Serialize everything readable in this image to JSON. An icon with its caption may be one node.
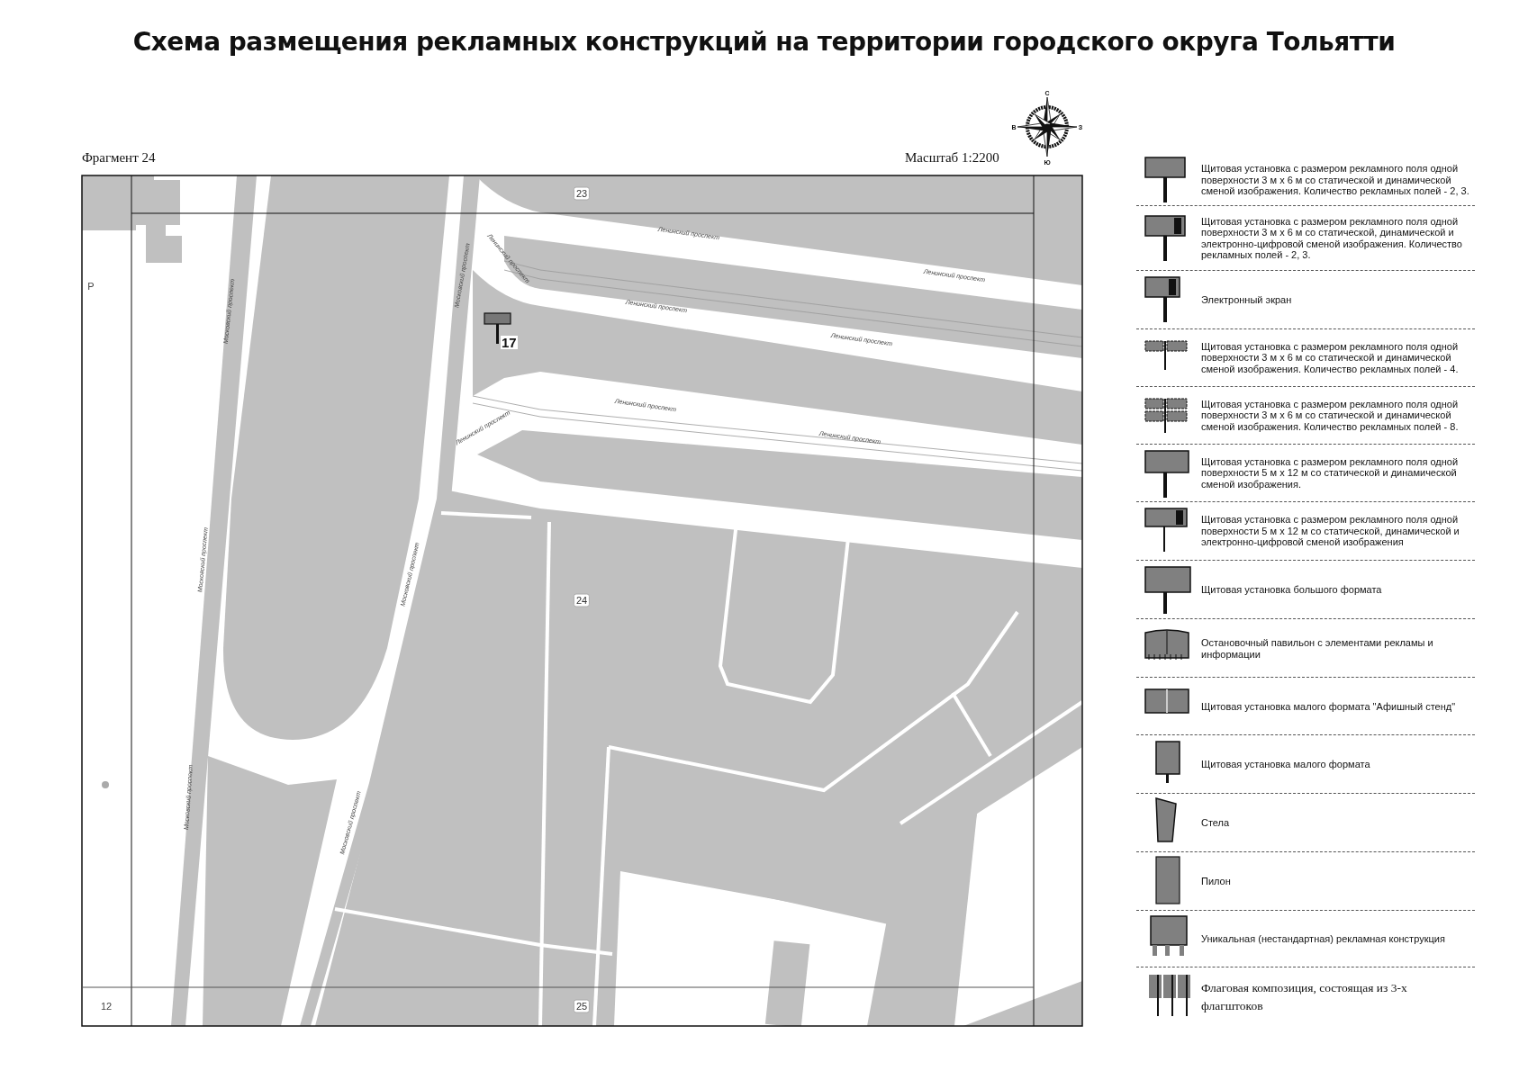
{
  "diagram": {
    "title": "Схема размещения рекламных конструкций на территории городского округа Тольятти",
    "labels": [
      "Фрагмент 24",
      "Масштаб 1:2200",
      "С",
      "В",
      "З",
      "Ю",
      "23",
      "Р",
      "Ленинский проспект",
      "Московский проспект",
      "Московский проспект",
      "Ленинский проспект",
      "Ленинский проспект",
      "17",
      "Ленинский проспект",
      "Ленинский проспект",
      "Ленинский проспект",
      "Ленинский проспект",
      "Ленинский проспект",
      "Московский проспект",
      "Московский проспект",
      "24",
      "Московский проспект",
      "Московский проспект",
      "12",
      "25"
    ],
    "legend": [
      {
        "text": "Щитовая установка с размером рекламного поля одной поверхности 3 м х 6 м со статической и динамической сменой изображения. Количество рекламных полей - 2, 3."
      },
      {
        "text": "Щитовая установка с размером рекламного поля одной поверхности 3 м х 6 м со статической, динамической и электронно-цифровой сменой изображения. Количество рекламных полей - 2, 3."
      },
      {
        "text": "Электронный экран"
      },
      {
        "text": "Щитовая установка с размером рекламного поля одной поверхности 3 м х 6 м со статической и динамической сменой изображения. Количество рекламных полей - 4."
      },
      {
        "text": "Щитовая установка с размером рекламного поля одной поверхности 3 м х 6 м со статической и динамической сменой изображения. Количество рекламных полей - 8."
      },
      {
        "text": "Щитовая установка с размером рекламного поля одной поверхности 5 м х 12 м со статической и динамической сменой изображения."
      },
      {
        "text": "Щитовая установка с размером рекламного поля одной поверхности 5 м х 12 м со статической, динамической и электронно-цифровой сменой изображения"
      },
      {
        "text": "Щитовая установка большого формата"
      },
      {
        "text": "Остановочный павильон с элементами рекламы и информации"
      },
      {
        "text": "Щитовая установка малого формата \"Афишный стенд\""
      },
      {
        "text": "Щитовая установка малого формата"
      },
      {
        "text": "Стела"
      },
      {
        "text": "Пилон"
      },
      {
        "text": "Уникальная (нестандартная) рекламная конструкция"
      },
      {
        "text": "Флаговая композиция, состоящая из 3-х флагштоков"
      }
    ]
  }
}
